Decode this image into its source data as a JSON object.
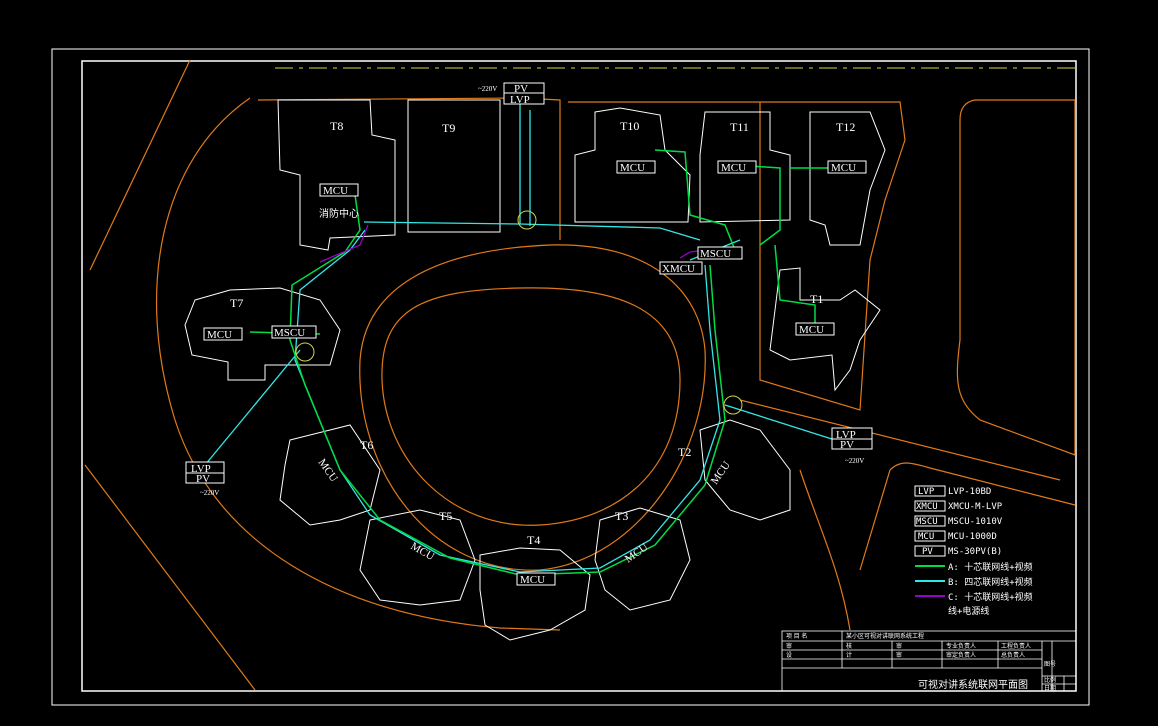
{
  "buildings": {
    "T8": "T8",
    "T9": "T9",
    "T10": "T10",
    "T11": "T11",
    "T12": "T12",
    "T7": "T7",
    "T1": "T1",
    "T6": "T6",
    "T2": "T2",
    "T5": "T5",
    "T4": "T4",
    "T3": "T3"
  },
  "devices": {
    "mcu": "MCU",
    "mscu": "MSCU",
    "xmcu": "XMCU",
    "lvp": "LVP",
    "pv": "PV",
    "control_center": "消防中心",
    "power_220": "~220V"
  },
  "legend": {
    "items": [
      {
        "tag": "LVP",
        "text": "LVP-10BD"
      },
      {
        "tag": "XMCU",
        "text": "XMCU-M-LVP"
      },
      {
        "tag": "MSCU",
        "text": "MSCU-1010V"
      },
      {
        "tag": "MCU",
        "text": "MCU-1000D"
      },
      {
        "tag": "PV",
        "text": "MS-30PV(B)"
      }
    ],
    "lines": [
      {
        "color": "#00dd44",
        "text": "A: 十芯联网线+视频"
      },
      {
        "color": "#33e6e6",
        "text": "B: 四芯联网线+视频"
      },
      {
        "color": "#9900cc",
        "text": "C: 十芯联网线+视频"
      }
    ],
    "line_extra": "线+电源线"
  },
  "title_block": {
    "project_label": "项 目 名",
    "project_value": "某小区可视对讲联网系统工程",
    "row2": [
      "审",
      "核",
      "审",
      "专业负责人",
      "工程负责人"
    ],
    "row3": [
      "设",
      "计",
      "审",
      "审定负责人",
      "总负责人"
    ],
    "drawing_title": "可视对讲系统联网平面图",
    "sheet_label": "图号",
    "scale_label": "比例",
    "date_label": "日期"
  },
  "colors": {
    "outline": "#ffffff",
    "road": "#e07a1a",
    "line_a": "#00dd44",
    "line_b": "#33e6e6",
    "line_c": "#9900cc",
    "marker": "#d4d44a"
  }
}
